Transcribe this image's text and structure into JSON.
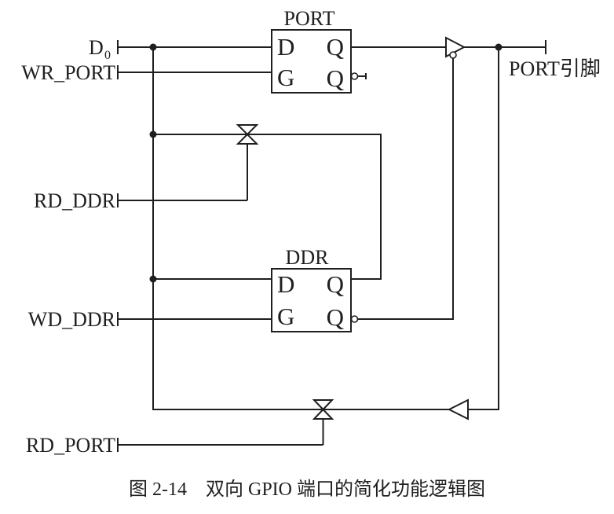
{
  "figure": {
    "caption": "图 2-14　双向 GPIO 端口的简化功能逻辑图"
  },
  "signals": {
    "d0": {
      "base": "D",
      "sub": "0"
    },
    "wr_port": "WR_PORT",
    "rd_ddr": "RD_DDR",
    "wd_ddr": "WD_DDR",
    "rd_port": "RD_PORT",
    "port_pin": "PORT引脚"
  },
  "port_latch": {
    "title": "PORT",
    "pin_d": "D",
    "pin_q": "Q",
    "pin_g": "G",
    "pin_qn": "Q"
  },
  "ddr_latch": {
    "title": "DDR",
    "pin_d": "D",
    "pin_q": "Q",
    "pin_g": "G",
    "pin_qn": "Q"
  },
  "colors": {
    "line": "#1f1f1f",
    "background": "#ffffff"
  }
}
